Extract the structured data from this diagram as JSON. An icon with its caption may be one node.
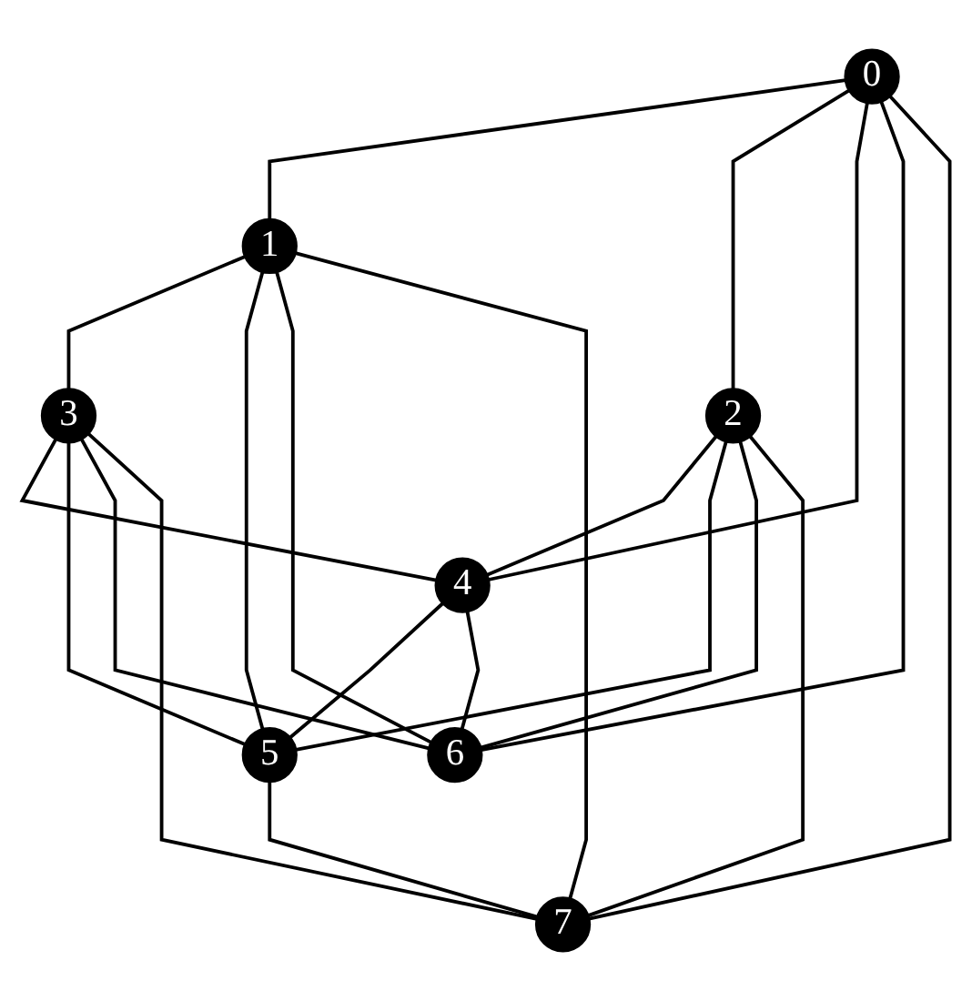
{
  "diagram": {
    "nodes": [
      {
        "text": [
          "0"
        ]
      },
      {
        "text": [
          "1"
        ]
      },
      {
        "text": [
          "2"
        ]
      },
      {
        "text": [
          "3"
        ]
      },
      {
        "text": [
          "4"
        ]
      },
      {
        "text": [
          "5"
        ]
      },
      {
        "text": [
          "6"
        ]
      },
      {
        "text": [
          "7"
        ]
      }
    ],
    "edges": [
      {
        "from": 0,
        "to": 1,
        "arrow": "none"
      },
      {
        "from": 0,
        "to": 2,
        "arrow": "none"
      },
      {
        "from": 0,
        "to": 4,
        "arrow": "none"
      },
      {
        "from": 0,
        "to": 6,
        "arrow": "none"
      },
      {
        "from": 0,
        "to": 7,
        "arrow": "none"
      },
      {
        "from": 1,
        "to": 3,
        "arrow": "none"
      },
      {
        "from": 1,
        "to": 5,
        "arrow": "none"
      },
      {
        "from": 1,
        "to": 6,
        "arrow": "none"
      },
      {
        "from": 1,
        "to": 7,
        "arrow": "none"
      },
      {
        "from": 2,
        "to": 4,
        "arrow": "none"
      },
      {
        "from": 2,
        "to": 5,
        "arrow": "none"
      },
      {
        "from": 2,
        "to": 6,
        "arrow": "none"
      },
      {
        "from": 2,
        "to": 7,
        "arrow": "none"
      },
      {
        "from": 3,
        "to": 4,
        "arrow": "none"
      },
      {
        "from": 3,
        "to": 5,
        "arrow": "none"
      },
      {
        "from": 3,
        "to": 6,
        "arrow": "none"
      },
      {
        "from": 3,
        "to": 7,
        "arrow": "none"
      },
      {
        "from": 4,
        "to": 5,
        "arrow": "none"
      },
      {
        "from": 4,
        "to": 6,
        "arrow": "none"
      },
      {
        "from": 5,
        "to": 7,
        "arrow": "none"
      }
    ]
  }
}
